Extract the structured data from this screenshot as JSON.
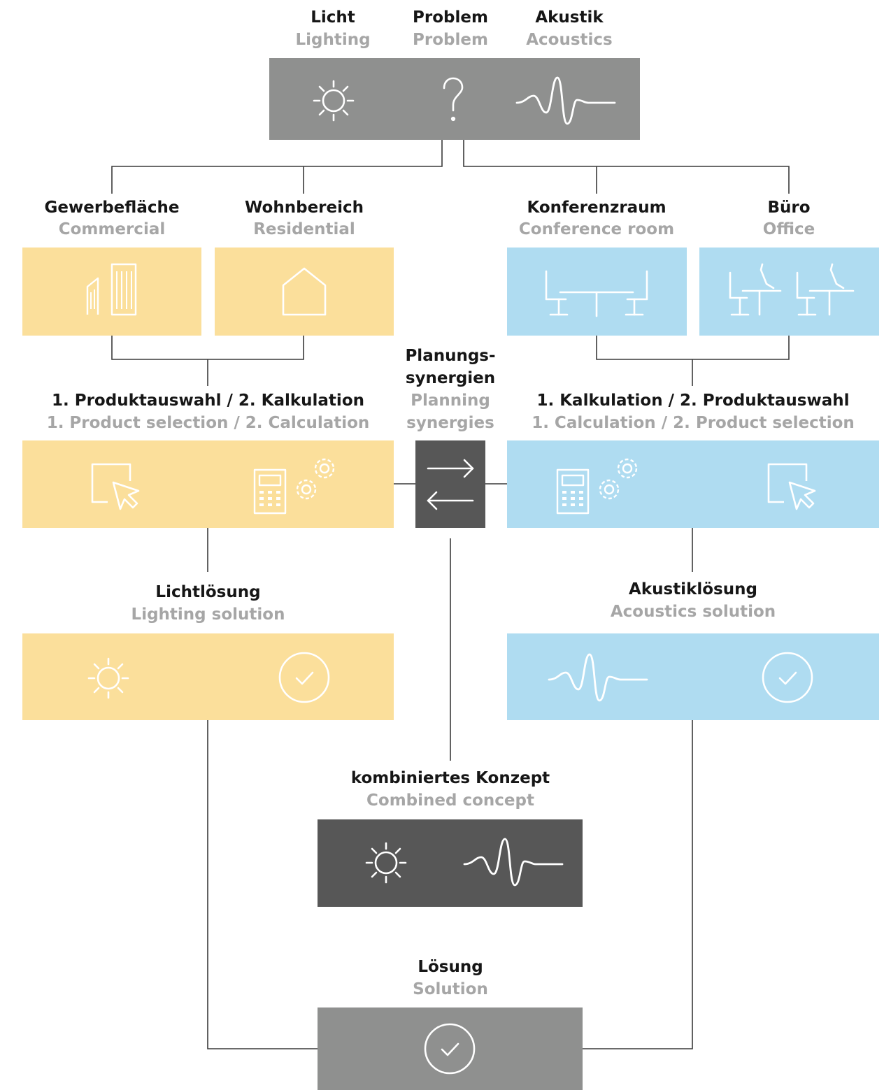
{
  "top": {
    "licht": {
      "de": "Licht",
      "en": "Lighting"
    },
    "problem": {
      "de": "Problem",
      "en": "Problem"
    },
    "akustik": {
      "de": "Akustik",
      "en": "Acoustics"
    }
  },
  "spaces": {
    "commercial": {
      "de": "Gewerbefläche",
      "en": "Commercial"
    },
    "residential": {
      "de": "Wohnbereich",
      "en": "Residential"
    },
    "conference": {
      "de": "Konferenzraum",
      "en": "Conference room"
    },
    "office": {
      "de": "Büro",
      "en": "Office"
    }
  },
  "process": {
    "left": {
      "de": "1. Produktauswahl / 2. Kalkulation",
      "en": "1. Product selection / 2. Calculation"
    },
    "right": {
      "de": "1. Kalkulation / 2. Produktauswahl",
      "en": "1. Calculation / 2. Product selection"
    },
    "synergies": {
      "de1": "Planungs-",
      "de2": "synergien",
      "en1": "Planning",
      "en2": "synergies"
    }
  },
  "solutions": {
    "lighting": {
      "de": "Lichtlösung",
      "en": "Lighting solution"
    },
    "acoustics": {
      "de": "Akustiklösung",
      "en": "Acoustics solution"
    },
    "combined": {
      "de": "kombiniertes Konzept",
      "en": "Combined concept"
    },
    "final": {
      "de": "Lösung",
      "en": "Solution"
    }
  },
  "colors": {
    "gray": "#8f908f",
    "dark": "#575757",
    "yellow": "#fbdf9b",
    "blue": "#afdcf1",
    "line": "#3a3a3a"
  },
  "icons": [
    "sun-icon",
    "question-icon",
    "sound-wave-icon",
    "buildings-icon",
    "house-icon",
    "conference-table-icon",
    "office-desk-icon",
    "cursor-window-icon",
    "calculator-gears-icon",
    "exchange-arrows-icon",
    "check-circle-icon"
  ]
}
